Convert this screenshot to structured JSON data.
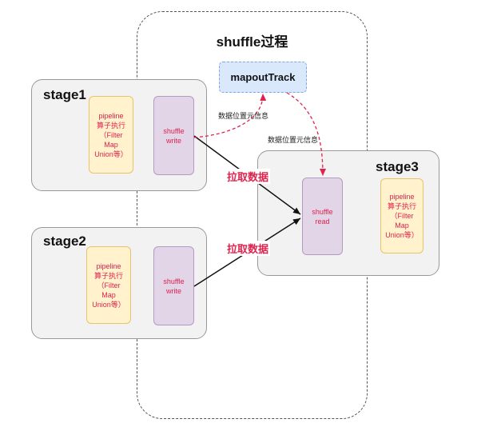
{
  "diagram": {
    "title": "shuffle过程",
    "map_output_tracker": "mapoutTrack",
    "stages": [
      {
        "label": "stage1",
        "pipeline": "pipeline\n算子执行\n（Filter\nMap\nUnion等）",
        "shuffle": "shuffle\nwrite"
      },
      {
        "label": "stage2",
        "pipeline": "pipeline\n算子执行\n（Filter\nMap\nUnion等）",
        "shuffle": "shuffle\nwrite"
      },
      {
        "label": "stage3",
        "shuffle": "shuffle\nread",
        "pipeline": "pipeline\n算子执行\n（Filter\nMap\nUnion等）"
      }
    ],
    "edge_labels": {
      "metadata_up": "数据位置元信息",
      "metadata_down": "数据位置元信息",
      "pull_1": "拉取数据",
      "pull_2": "拉取数据"
    },
    "colors": {
      "stage_fill": "#f2f2f2",
      "pipeline_fill": "#fff2cc",
      "shuffle_fill": "#e1d5e7",
      "tracker_fill": "#dae8fc",
      "label_text": "#e0224d",
      "dashed_arrow": "#e0224d"
    }
  }
}
